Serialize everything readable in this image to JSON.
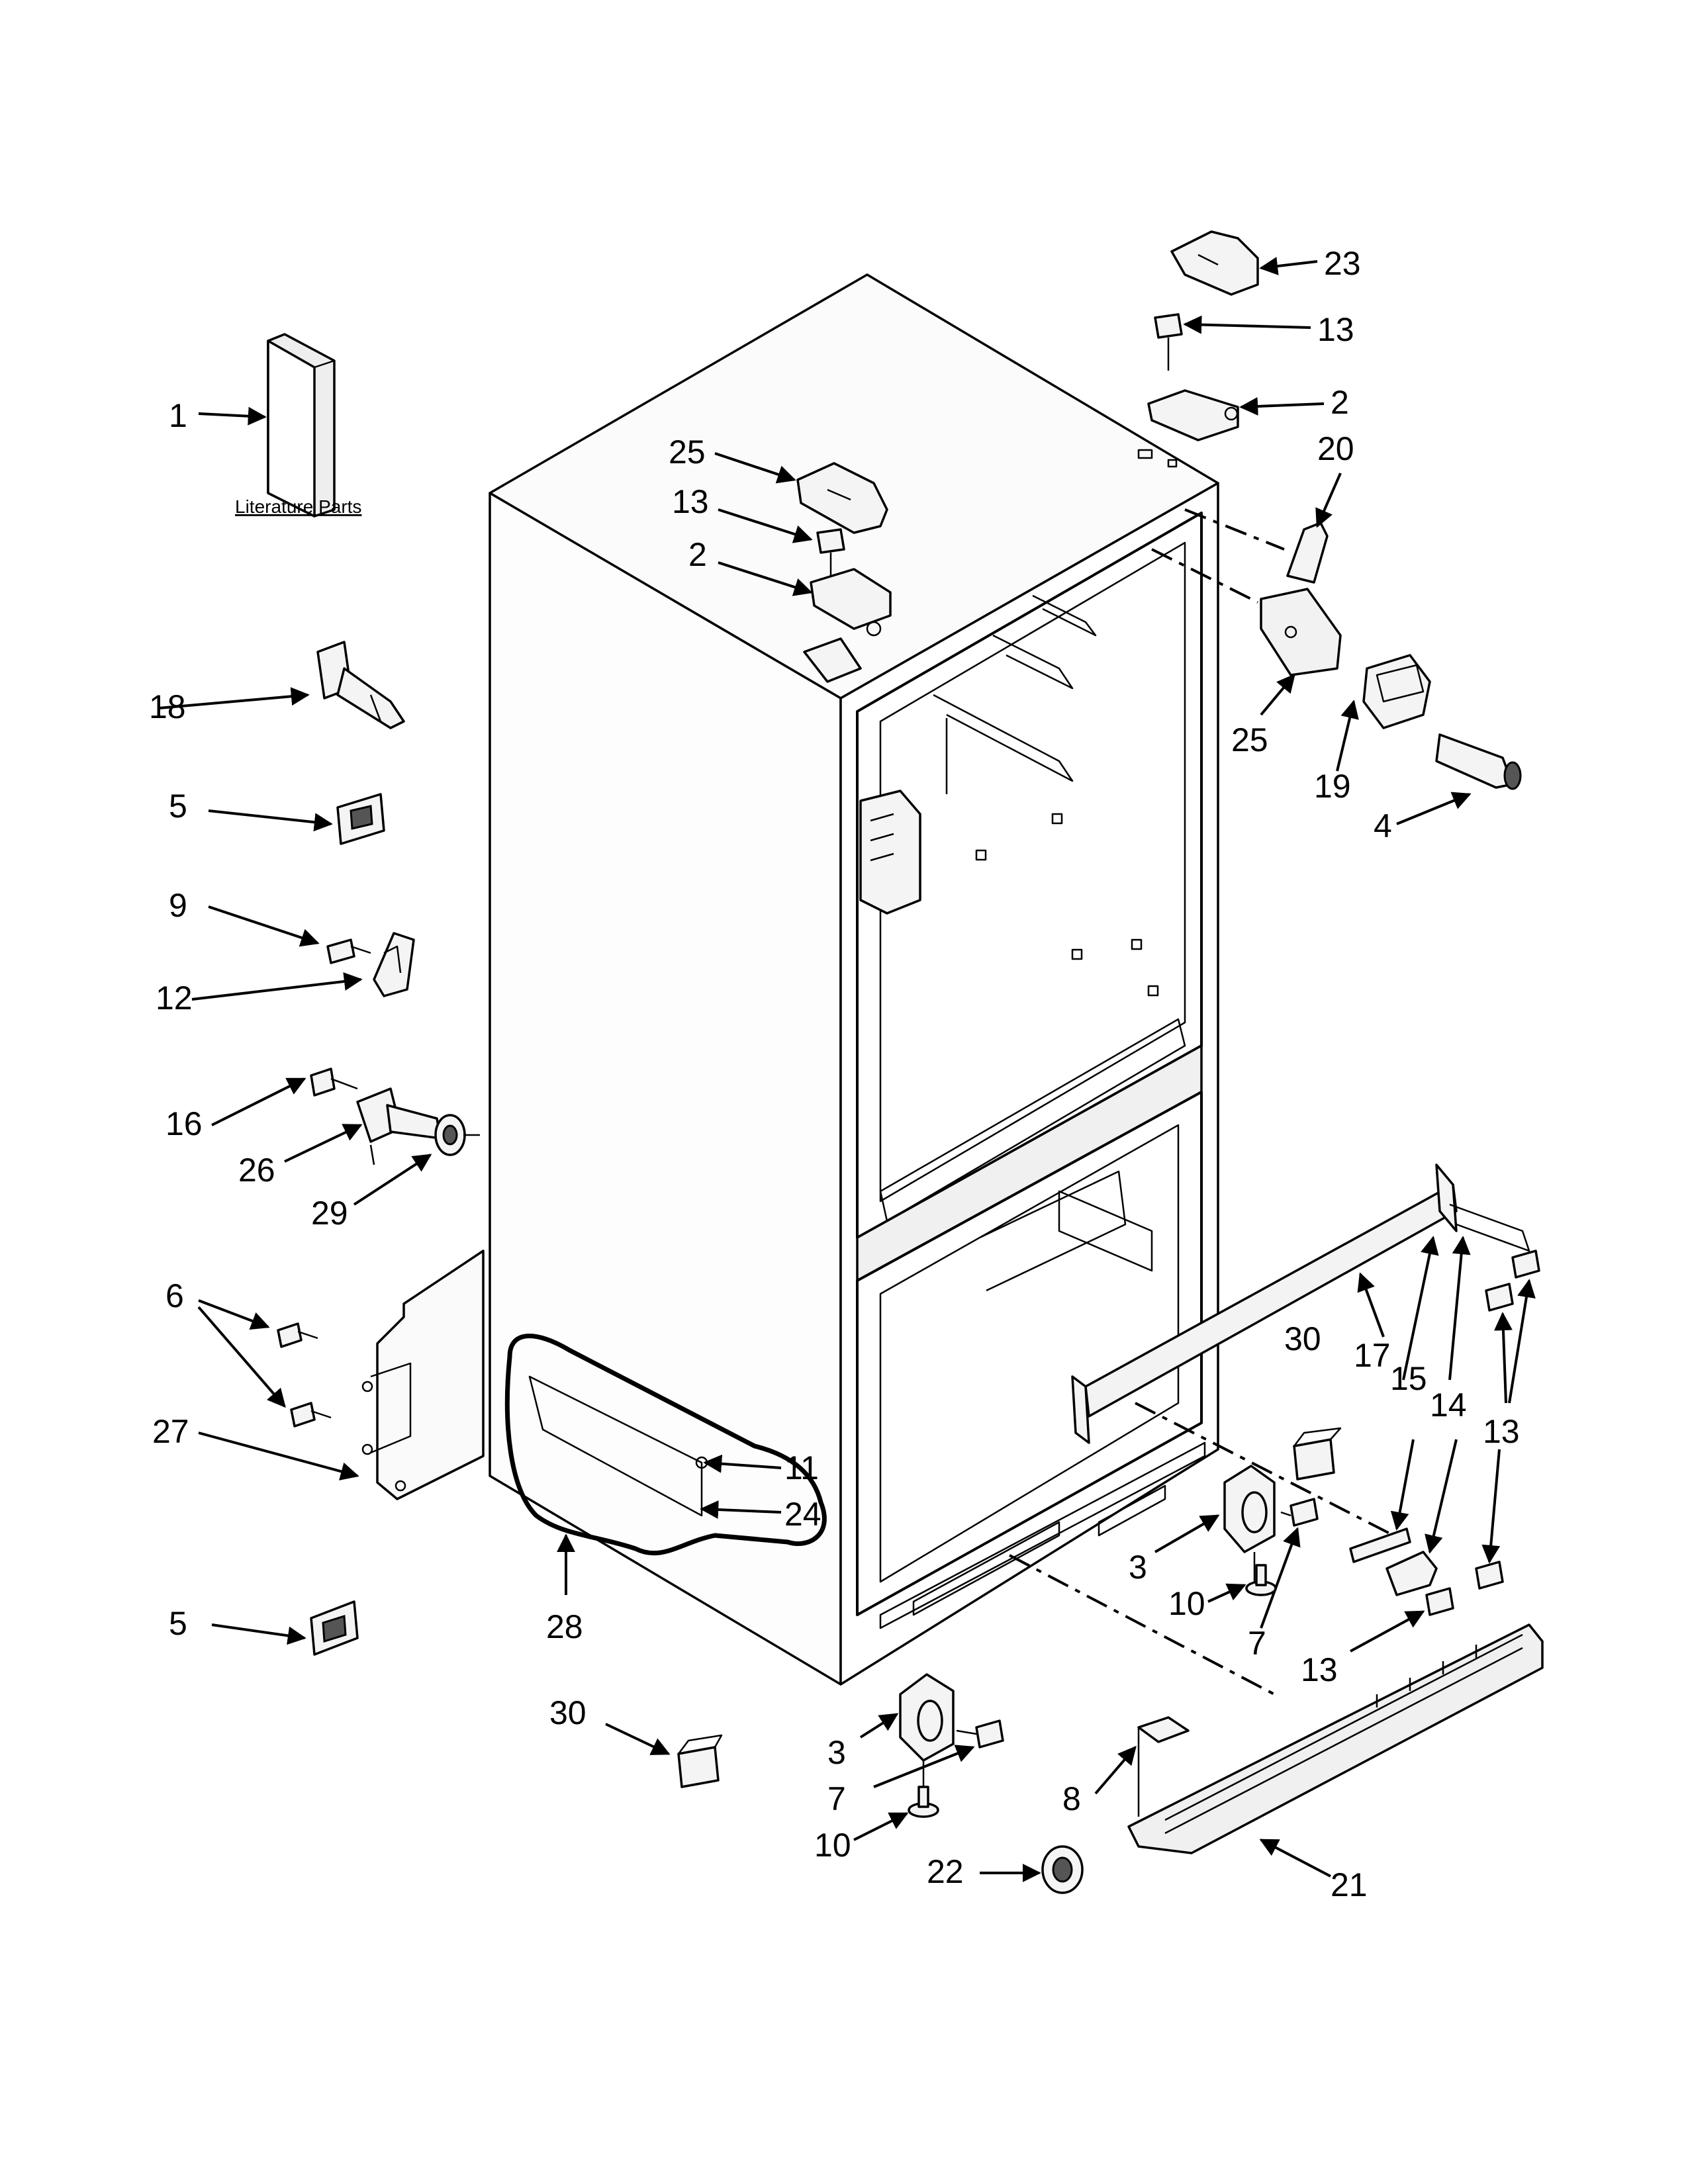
{
  "diagram": {
    "literature_label": "Literature Parts",
    "callouts": [
      {
        "id": "c-1",
        "label": "1"
      },
      {
        "id": "c-23",
        "label": "23"
      },
      {
        "id": "c-13a",
        "label": "13"
      },
      {
        "id": "c-2a",
        "label": "2"
      },
      {
        "id": "c-20",
        "label": "20"
      },
      {
        "id": "c-25a",
        "label": "25"
      },
      {
        "id": "c-13b",
        "label": "13"
      },
      {
        "id": "c-2b",
        "label": "2"
      },
      {
        "id": "c-18",
        "label": "18"
      },
      {
        "id": "c-25b",
        "label": "25"
      },
      {
        "id": "c-19",
        "label": "19"
      },
      {
        "id": "c-4",
        "label": "4"
      },
      {
        "id": "c-5a",
        "label": "5"
      },
      {
        "id": "c-9",
        "label": "9"
      },
      {
        "id": "c-12",
        "label": "12"
      },
      {
        "id": "c-16",
        "label": "16"
      },
      {
        "id": "c-26",
        "label": "26"
      },
      {
        "id": "c-29",
        "label": "29"
      },
      {
        "id": "c-6",
        "label": "6"
      },
      {
        "id": "c-27",
        "label": "27"
      },
      {
        "id": "c-30a",
        "label": "30"
      },
      {
        "id": "c-17",
        "label": "17"
      },
      {
        "id": "c-15",
        "label": "15"
      },
      {
        "id": "c-14",
        "label": "14"
      },
      {
        "id": "c-13c",
        "label": "13"
      },
      {
        "id": "c-11",
        "label": "11"
      },
      {
        "id": "c-24",
        "label": "24"
      },
      {
        "id": "c-3a",
        "label": "3"
      },
      {
        "id": "c-10a",
        "label": "10"
      },
      {
        "id": "c-7a",
        "label": "7"
      },
      {
        "id": "c-13d",
        "label": "13"
      },
      {
        "id": "c-5b",
        "label": "5"
      },
      {
        "id": "c-28",
        "label": "28"
      },
      {
        "id": "c-30b",
        "label": "30"
      },
      {
        "id": "c-3b",
        "label": "3"
      },
      {
        "id": "c-7b",
        "label": "7"
      },
      {
        "id": "c-8",
        "label": "8"
      },
      {
        "id": "c-10b",
        "label": "10"
      },
      {
        "id": "c-22",
        "label": "22"
      },
      {
        "id": "c-21",
        "label": "21"
      }
    ]
  }
}
